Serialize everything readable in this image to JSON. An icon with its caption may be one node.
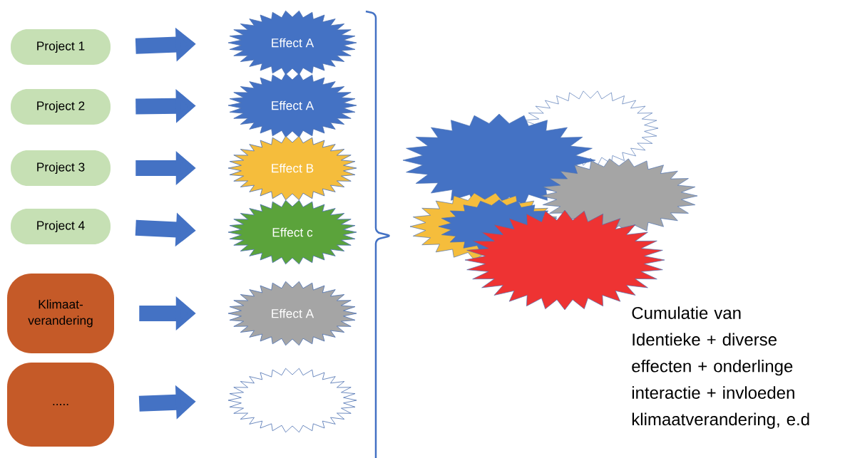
{
  "diagram": {
    "nodes": [
      {
        "text": [
          "Project 1"
        ]
      },
      {
        "text": [
          "Project 2"
        ]
      },
      {
        "text": [
          "Project 3"
        ]
      },
      {
        "text": [
          "Project 4"
        ]
      },
      {
        "text": [
          "Klimaat-verandering"
        ]
      },
      {
        "text": [
          "....."
        ]
      },
      {
        "text": [
          "Effect A"
        ]
      },
      {
        "text": [
          "Effect A"
        ]
      },
      {
        "text": [
          "Effect B"
        ]
      },
      {
        "text": [
          "Effect c"
        ]
      },
      {
        "text": [
          "Effect A"
        ]
      },
      {
        "text": [],
        "shape": "starburst"
      }
    ],
    "edges": [
      {
        "from": 0,
        "to": 6,
        "arrow": "to"
      },
      {
        "from": 1,
        "to": 7,
        "arrow": "to"
      },
      {
        "from": 2,
        "to": 8,
        "arrow": "to"
      },
      {
        "from": 3,
        "to": 9,
        "arrow": "to"
      },
      {
        "from": 4,
        "to": 10,
        "arrow": "to"
      },
      {
        "from": 5,
        "to": 11,
        "arrow": "to"
      }
    ],
    "labels": [
      "Cumulatie van Identieke + diverse effecten + onderlinge interactie + invloeden klimaatverandering, e.d"
    ]
  }
}
